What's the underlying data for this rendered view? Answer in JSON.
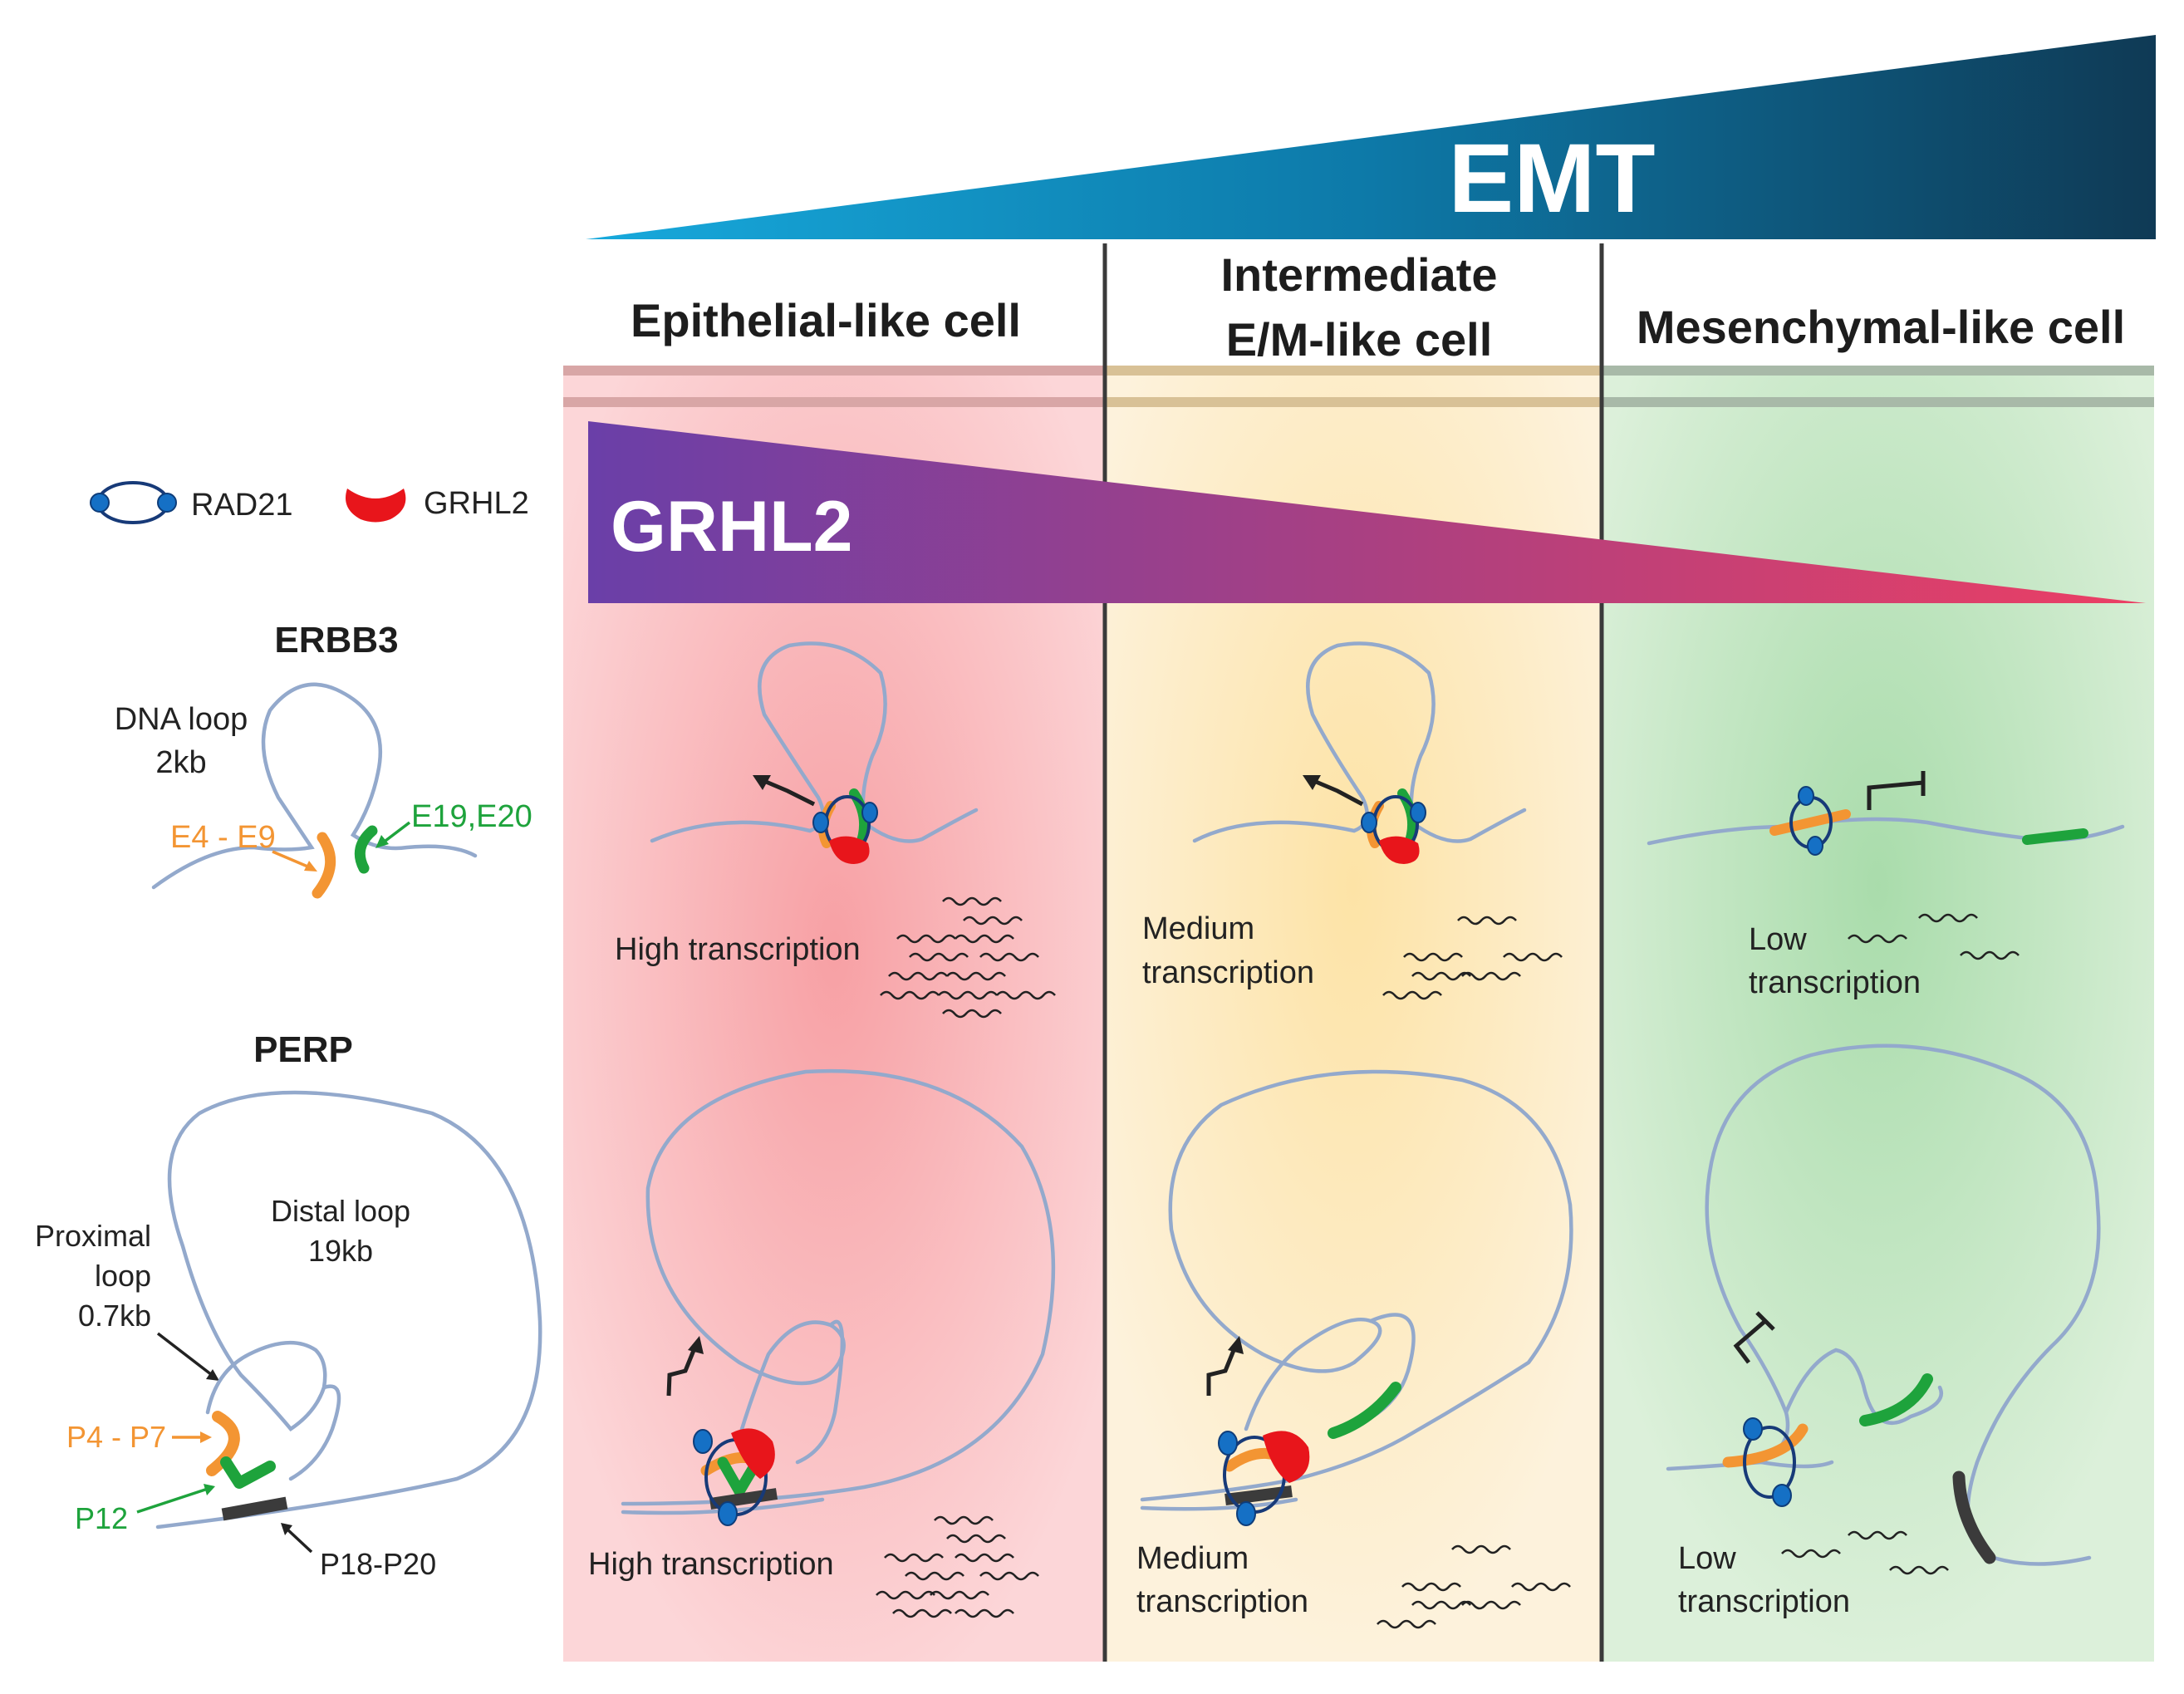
{
  "emt": {
    "label": "EMT"
  },
  "grhl2_gradient": {
    "label": "GRHL2"
  },
  "columns": [
    {
      "title_lines": [
        "Epithelial-like cell"
      ],
      "tint": "#f8b4b8"
    },
    {
      "title_lines": [
        "Intermediate",
        "E/M-like cell"
      ],
      "tint": "#fbe8b6"
    },
    {
      "title_lines": [
        "Mesenchymal-like cell"
      ],
      "tint": "#bfe3bc"
    }
  ],
  "legend": {
    "rad21": "RAD21",
    "grhl2": "GRHL2"
  },
  "erbb3": {
    "title": "ERBB3",
    "loop_label_lines": [
      "DNA loop",
      "2kb"
    ],
    "orange_label": "E4 - E9",
    "green_label": "E19,E20"
  },
  "perp": {
    "title": "PERP",
    "distal_lines": [
      "Distal loop",
      "19kb"
    ],
    "proximal_lines": [
      "Proximal",
      "loop",
      "0.7kb"
    ],
    "orange_label": "P4 - P7",
    "green_label": "P12",
    "dark_label": "P18-P20"
  },
  "transcription": {
    "epi_top": [
      "High transcription"
    ],
    "epi_bottom": [
      "High transcription"
    ],
    "mid_top": [
      "Medium",
      "transcription"
    ],
    "mid_bottom": [
      "Medium",
      "transcription"
    ],
    "mes_top": [
      "Low",
      "transcription"
    ],
    "mes_bottom": [
      "Low",
      "transcription"
    ]
  },
  "colors": {
    "emt_light": "#17a9dc",
    "emt_dark": "#0f3a55",
    "grhl2_start": "#6a3fa8",
    "grhl2_end": "#ec3f64",
    "orange": "#f39533",
    "green": "#1ea33c",
    "dark_segment": "#3b3b3b",
    "dna": "#93a9cc",
    "rad21": "#1570c5",
    "grhl2_protein": "#e8151b"
  }
}
